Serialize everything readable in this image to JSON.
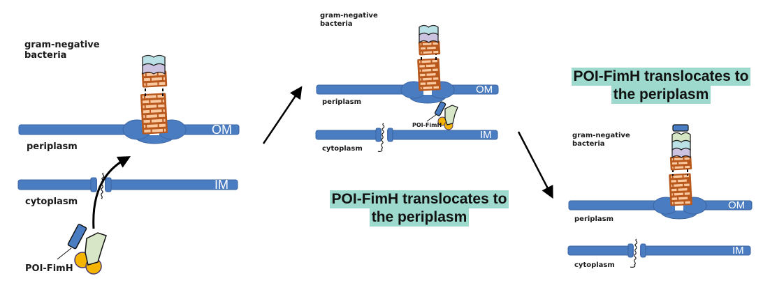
{
  "colors": {
    "membrane": "#4a7cc2",
    "membrane_stroke": "#3a64a0",
    "brick_fill": "#fbc9a0",
    "brick_stroke": "#b8581c",
    "chaperone_fill": "#d8e6c8",
    "usher_cap_fill": "#f5b400",
    "poi_fill": "#4a7cc2",
    "pilin_cyan": "#b9e1e6",
    "pilin_lavender": "#cbc3e0",
    "pilin_green": "#d4e6c4",
    "caption_highlight": "#9dd9cc",
    "arrow": "#000000"
  },
  "panels": [
    {
      "id": "panel-1",
      "organism_label": [
        "gram-negative",
        "bacteria"
      ],
      "outer_membrane_label": "OM",
      "compartment_periplasm": "periplasm",
      "inner_membrane_label": "IM",
      "compartment_cytoplasm": "cytoplasm",
      "protein_label": "POI-FimH"
    },
    {
      "id": "panel-2",
      "organism_label": [
        "gram-negative",
        "bacteria"
      ],
      "outer_membrane_label": "OM",
      "compartment_periplasm": "periplasm",
      "inner_membrane_label": "IM",
      "compartment_cytoplasm": "cytoplasm",
      "protein_label": "POI-FimH"
    },
    {
      "id": "panel-3",
      "organism_label": [
        "gram-negative",
        "bacteria"
      ],
      "outer_membrane_label": "OM",
      "compartment_periplasm": "periplasm",
      "inner_membrane_label": "IM",
      "compartment_cytoplasm": "cytoplasm"
    }
  ],
  "captions": [
    {
      "id": "caption-middle",
      "lines": [
        "POI-FimH translocates to",
        "the periplasm"
      ]
    },
    {
      "id": "caption-right",
      "lines": [
        "POI-FimH translocates to",
        "the periplasm"
      ]
    }
  ]
}
